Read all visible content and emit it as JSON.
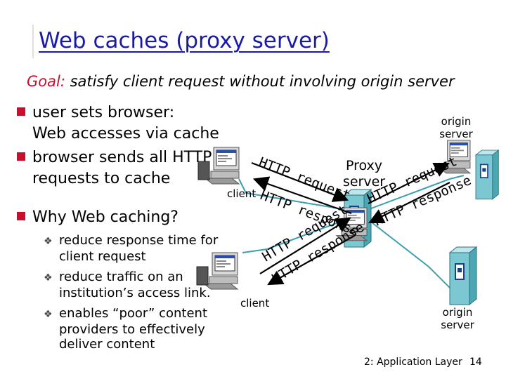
{
  "slide": {
    "title": "Web caches (proxy server)",
    "goal_prefix": "Goal:",
    "goal_text": " satisfy client request without involving origin server",
    "bullets": [
      {
        "lines": [
          "user sets browser:",
          "Web accesses via cache"
        ]
      },
      {
        "lines": [
          "browser sends all HTTP",
          "requests to cache"
        ]
      },
      {
        "lines": [
          "Why Web caching?"
        ]
      }
    ],
    "sub_bullets": [
      {
        "lines": [
          "reduce response time for",
          "client request"
        ]
      },
      {
        "lines": [
          "reduce traffic on an",
          "institution’s access link."
        ]
      },
      {
        "lines": [
          "enables “poor” content",
          "providers to effectively",
          "deliver content"
        ]
      }
    ]
  },
  "diagram": {
    "client_top_label": "client",
    "client_bottom_label": "client",
    "proxy_label_1": "Proxy",
    "proxy_label_2": "server",
    "origin_top_1": "origin",
    "origin_top_2": "server",
    "origin_bottom_1": "origin",
    "origin_bottom_2": "server",
    "arrow_labels": {
      "c1_request": "HTTP request",
      "c1_response": "HTTP response",
      "c2_request": "HTTP request",
      "c2_response": "HTTP response",
      "o_request": "HTTP request",
      "o_response": "HTTP response"
    }
  },
  "footer": {
    "chapter": "2: Application Layer",
    "page": "14"
  },
  "colors": {
    "title": "#1a1aa8",
    "accent": "#c8102e",
    "cable": "#3aa0b0"
  }
}
